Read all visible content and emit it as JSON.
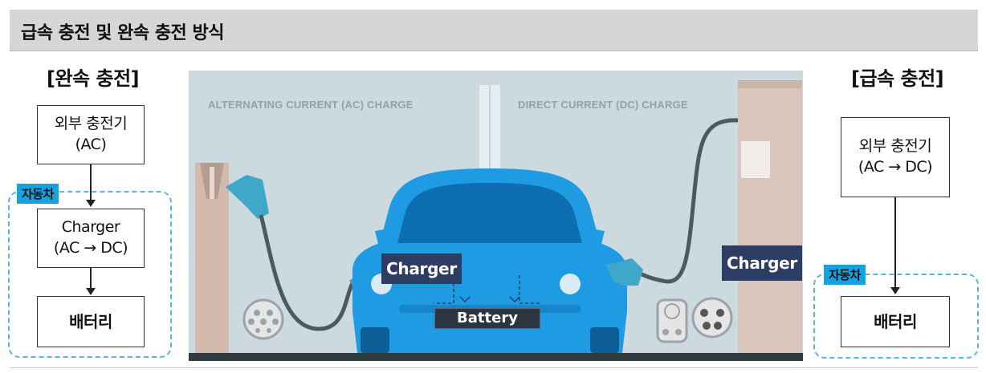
{
  "header": {
    "title": "급속 충전 및 완속 충전 방식"
  },
  "left": {
    "title": "[완속 충전]",
    "charger_box": {
      "line1": "외부 충전기",
      "line2": "(AC)"
    },
    "vehicle_tag": "자동차",
    "onboard_box": {
      "line1": "Charger",
      "line2": "(AC → DC)"
    },
    "battery_box": "배터리"
  },
  "right": {
    "title": "[급속 충전]",
    "charger_box": {
      "line1": "외부 충전기",
      "line2": "(AC → DC)"
    },
    "vehicle_tag": "자동차",
    "battery_box": "배터리"
  },
  "illustration": {
    "ac_heading": "ALTERNATING CURRENT (AC) CHARGE",
    "dc_heading": "DIRECT CURRENT (DC) CHARGE",
    "car_charger_label": "Charger",
    "station_charger_label": "Charger",
    "battery_label": "Battery"
  },
  "colors": {
    "accent_blue": "#15a3df",
    "car_blue": "#1e9be3",
    "dashed_border": "#5bb4dc",
    "label_navy": "#2e3d63",
    "scene_background": "#ccd9de"
  }
}
